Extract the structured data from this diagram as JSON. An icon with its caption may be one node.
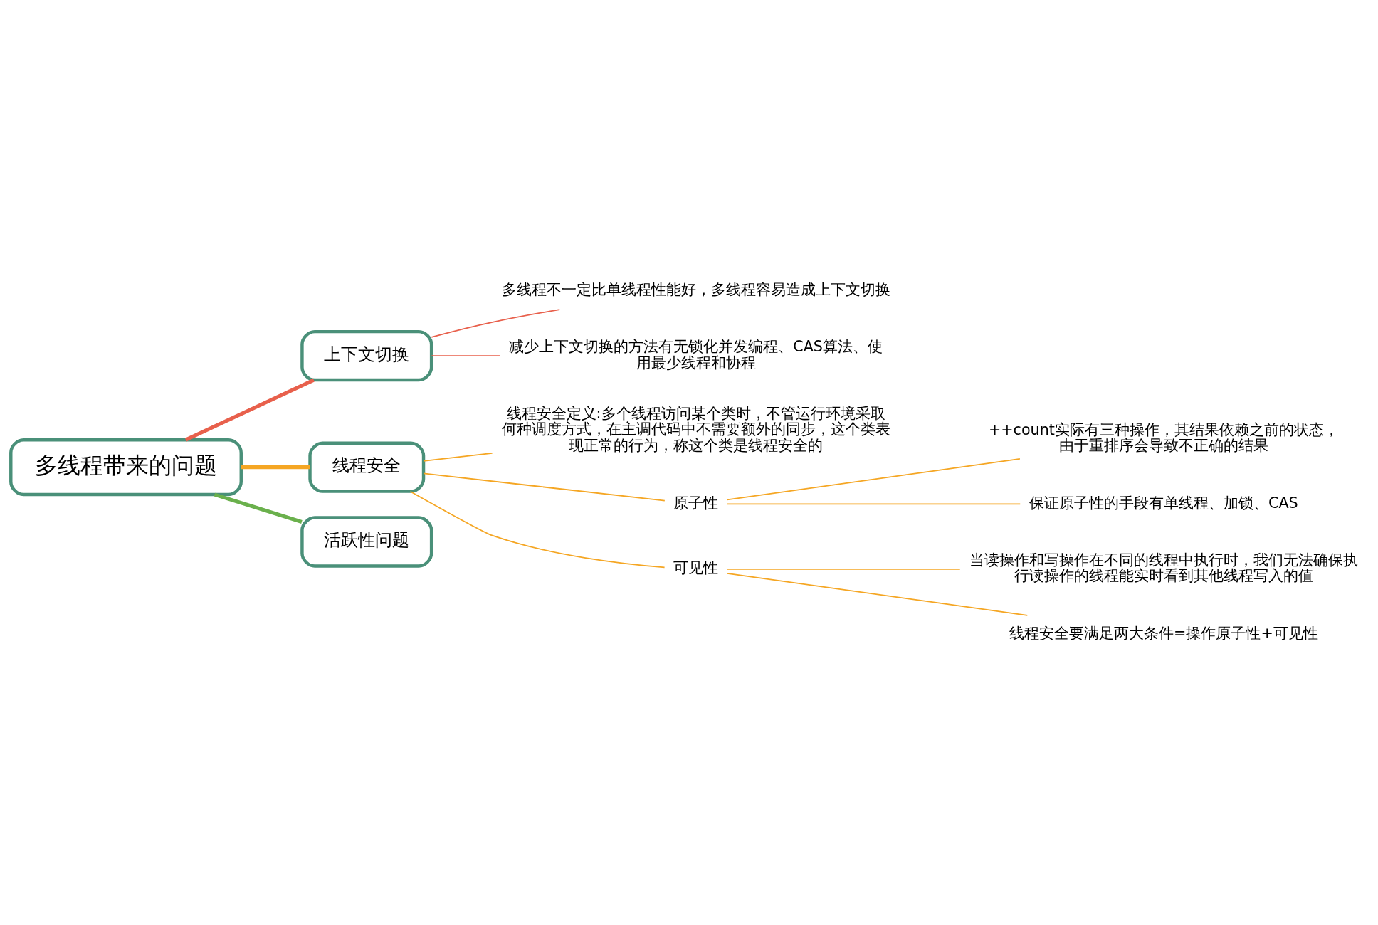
{
  "diagram": {
    "nodes": [
      {
        "text": [
          "多线程带来的问题"
        ]
      },
      {
        "text": [
          "上下文切换"
        ]
      },
      {
        "text": [
          "多线程不一定比单线程性能好，多线程容易造成上下文切换"
        ]
      },
      {
        "text": [
          "减少上下文切换的方法有无锁化并发编程、CAS算法、使用最少线程和协程"
        ]
      },
      {
        "text": [
          "线程安全"
        ]
      },
      {
        "text": [
          "线程安全定义:多个线程访问某个类时，不管运行环境采取何种调度方式，在主调代码中不需要额外的同步，这个类表现正常的行为，称这个类是线程安全的"
        ]
      },
      {
        "text": [
          "原子性"
        ]
      },
      {
        "text": [
          "++count实际有三种操作，其结果依赖之前的状态，由于重排序会导致不正确的结果"
        ]
      },
      {
        "text": [
          "保证原子性的手段有单线程、加锁、CAS"
        ]
      },
      {
        "text": [
          "可见性"
        ]
      },
      {
        "text": [
          "当读操作和写操作在不同的线程中执行时，我们无法确保执行读操作的线程能实时看到其他线程写入的值"
        ]
      },
      {
        "text": [
          "线程安全要满足两大条件=操作原子性+可见性"
        ]
      },
      {
        "text": [
          "活跃性问题"
        ]
      }
    ],
    "edges": [
      {
        "from": 0,
        "to": 1,
        "arrow": "none",
        "style": "thick",
        "color": "#e8604c"
      },
      {
        "from": 1,
        "to": 2,
        "arrow": "none",
        "color": "#e8604c"
      },
      {
        "from": 1,
        "to": 3,
        "arrow": "none",
        "color": "#e8604c"
      },
      {
        "from": 0,
        "to": 4,
        "arrow": "none",
        "style": "thick"
      },
      {
        "from": 4,
        "to": 5,
        "arrow": "none"
      },
      {
        "from": 4,
        "to": 6,
        "arrow": "none"
      },
      {
        "from": 6,
        "to": 7,
        "arrow": "none"
      },
      {
        "from": 6,
        "to": 8,
        "arrow": "none"
      },
      {
        "from": 4,
        "to": 9,
        "arrow": "none"
      },
      {
        "from": 9,
        "to": 10,
        "arrow": "none"
      },
      {
        "from": 9,
        "to": 11,
        "arrow": "none"
      },
      {
        "from": 0,
        "to": 12,
        "arrow": "none",
        "style": "thick",
        "color": "#6ab04c"
      }
    ]
  }
}
